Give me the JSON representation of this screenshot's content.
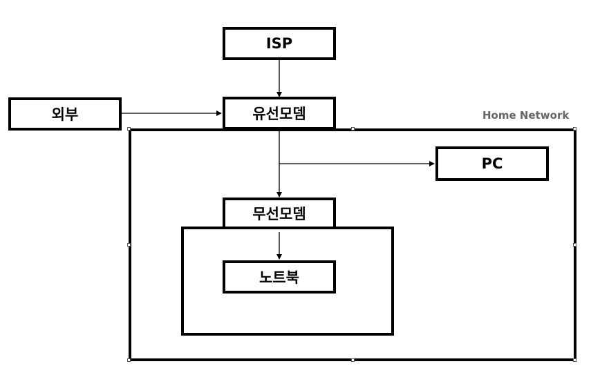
{
  "diagram": {
    "nodes": {
      "isp": "ISP",
      "external": "외부",
      "wired_modem": "유선모뎀",
      "pc": "PC",
      "wireless_modem": "무선모뎀",
      "laptop": "노트북"
    },
    "regions": {
      "home_network": "Home Network"
    },
    "edges": [
      {
        "from": "isp",
        "to": "wired_modem"
      },
      {
        "from": "external",
        "to": "wired_modem"
      },
      {
        "from": "wired_modem",
        "to": "pc"
      },
      {
        "from": "wired_modem",
        "to": "wireless_modem"
      },
      {
        "from": "wireless_modem",
        "to": "laptop"
      }
    ],
    "colors": {
      "stroke": "#000000",
      "region_label": "#666666",
      "background": "#ffffff"
    }
  }
}
